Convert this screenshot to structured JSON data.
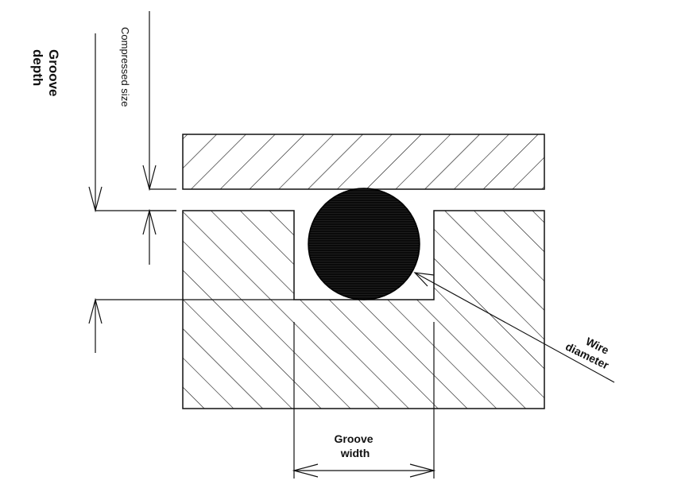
{
  "labels": {
    "groove_depth": [
      "Groove",
      "depth"
    ],
    "compressed_size": "Compressed size",
    "wire_diameter": [
      "Wire",
      "diameter"
    ],
    "groove_width": [
      "Groove",
      "width"
    ]
  },
  "colors": {
    "stroke": "#111111",
    "wire_fill": "#0a0a0a",
    "background": "#ffffff"
  }
}
